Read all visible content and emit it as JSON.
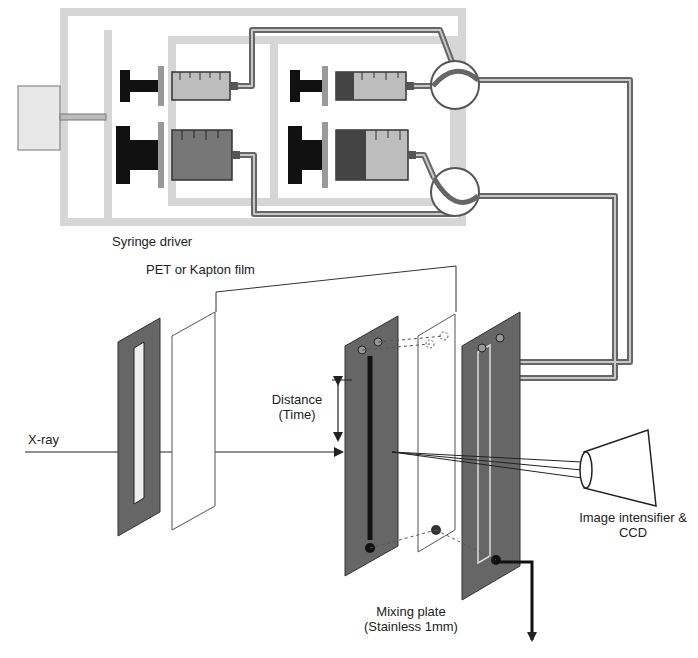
{
  "diagram": {
    "labels": [
      "Syringe driver",
      "PET or Kapton film",
      "Distance (Time)",
      "X-ray",
      "Image intensifier & CCD",
      "Mixing plate (Stainless 1mm)"
    ]
  }
}
